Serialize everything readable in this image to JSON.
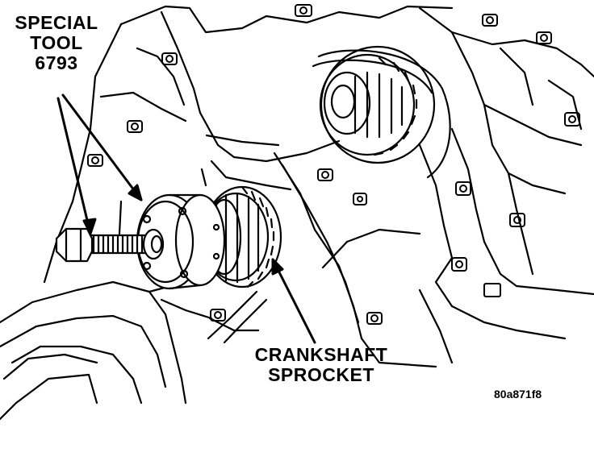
{
  "callouts": {
    "special_tool": {
      "line1": "SPECIAL",
      "line2": "TOOL",
      "line3": "6793"
    },
    "crankshaft_sprocket": {
      "line1": "CRANKSHAFT",
      "line2": "SPROCKET"
    }
  },
  "figure_code": "80a871f8",
  "colors": {
    "ink": "#000000",
    "paper": "#ffffff"
  }
}
